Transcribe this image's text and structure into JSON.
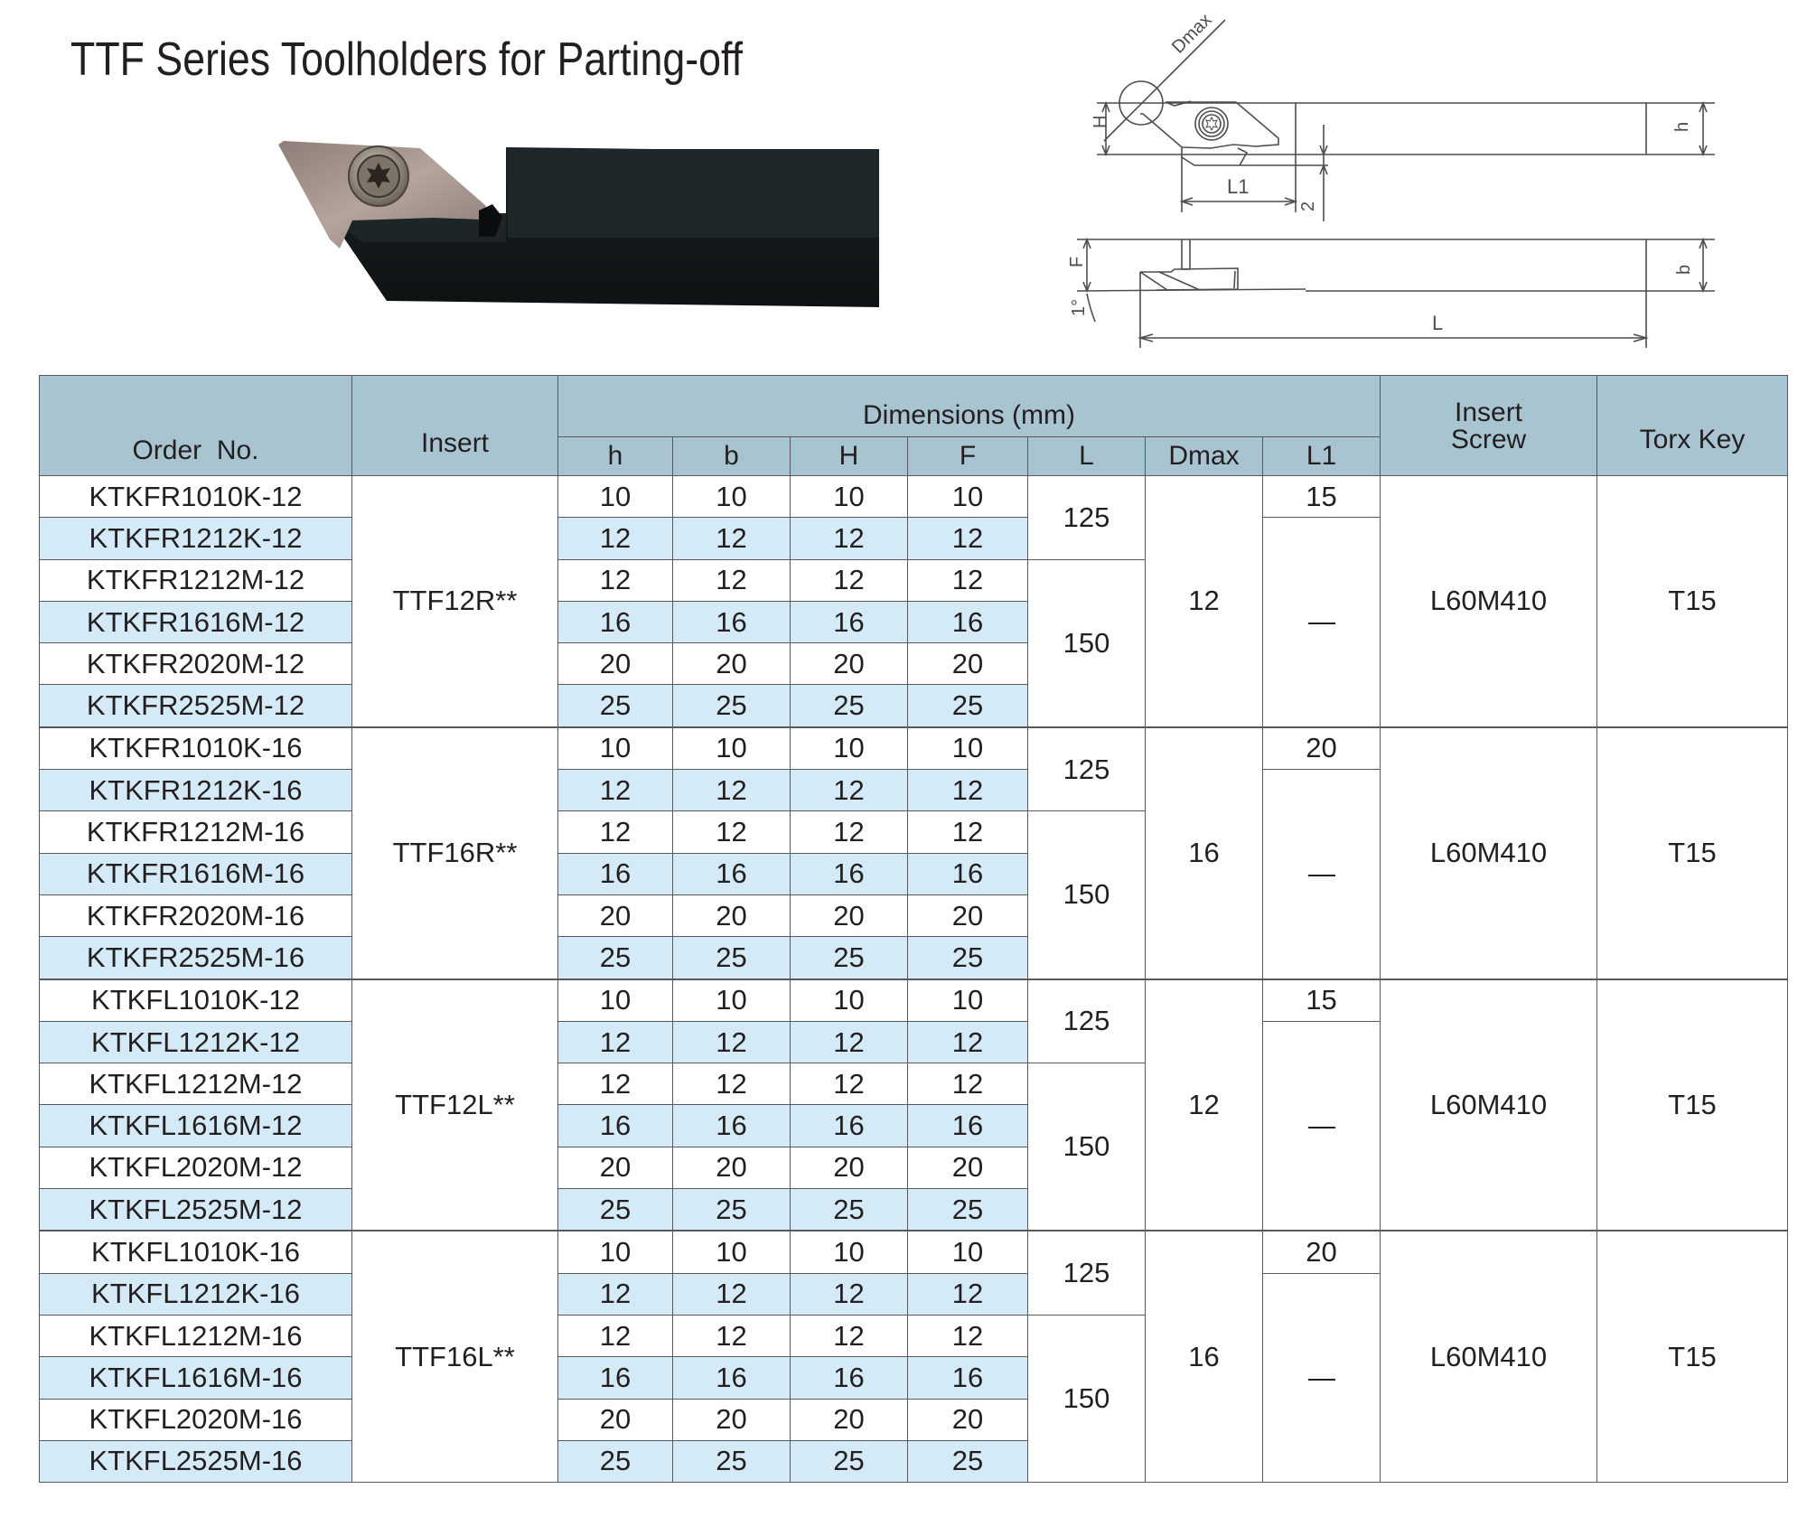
{
  "page": {
    "title": "TTF Series Toolholders for Parting-off"
  },
  "drawing": {
    "labels": {
      "dmax": "Dmax",
      "H": "H",
      "h": "h",
      "L1": "L1",
      "two": "2",
      "F": "F",
      "b": "b",
      "L": "L",
      "angle": "1°"
    }
  },
  "table": {
    "headers": {
      "order_no": "Order  No.",
      "insert": "Insert",
      "dimensions": "Dimensions (mm)",
      "h": "h",
      "b": "b",
      "H": "H",
      "F": "F",
      "L": "L",
      "dmax": "Dmax",
      "L1": "L1",
      "insert_screw_line1": "Insert",
      "insert_screw_line2": "Screw",
      "torx_key": "Torx Key"
    },
    "groups": [
      {
        "insert": "TTF12R**",
        "dmax": "12",
        "insert_screw": "L60M410",
        "torx_key": "T15",
        "L_short": "125",
        "L_long": "150",
        "L1_first": "15",
        "L1_rest": "—",
        "rows": [
          {
            "order_no": "KTKFR1010K-12",
            "h": "10",
            "b": "10",
            "H": "10",
            "F": "10"
          },
          {
            "order_no": "KTKFR1212K-12",
            "h": "12",
            "b": "12",
            "H": "12",
            "F": "12"
          },
          {
            "order_no": "KTKFR1212M-12",
            "h": "12",
            "b": "12",
            "H": "12",
            "F": "12"
          },
          {
            "order_no": "KTKFR1616M-12",
            "h": "16",
            "b": "16",
            "H": "16",
            "F": "16"
          },
          {
            "order_no": "KTKFR2020M-12",
            "h": "20",
            "b": "20",
            "H": "20",
            "F": "20"
          },
          {
            "order_no": "KTKFR2525M-12",
            "h": "25",
            "b": "25",
            "H": "25",
            "F": "25"
          }
        ]
      },
      {
        "insert": "TTF16R**",
        "dmax": "16",
        "insert_screw": "L60M410",
        "torx_key": "T15",
        "L_short": "125",
        "L_long": "150",
        "L1_first": "20",
        "L1_rest": "—",
        "rows": [
          {
            "order_no": "KTKFR1010K-16",
            "h": "10",
            "b": "10",
            "H": "10",
            "F": "10"
          },
          {
            "order_no": "KTKFR1212K-16",
            "h": "12",
            "b": "12",
            "H": "12",
            "F": "12"
          },
          {
            "order_no": "KTKFR1212M-16",
            "h": "12",
            "b": "12",
            "H": "12",
            "F": "12"
          },
          {
            "order_no": "KTKFR1616M-16",
            "h": "16",
            "b": "16",
            "H": "16",
            "F": "16"
          },
          {
            "order_no": "KTKFR2020M-16",
            "h": "20",
            "b": "20",
            "H": "20",
            "F": "20"
          },
          {
            "order_no": "KTKFR2525M-16",
            "h": "25",
            "b": "25",
            "H": "25",
            "F": "25"
          }
        ]
      },
      {
        "insert": "TTF12L**",
        "dmax": "12",
        "insert_screw": "L60M410",
        "torx_key": "T15",
        "L_short": "125",
        "L_long": "150",
        "L1_first": "15",
        "L1_rest": "—",
        "rows": [
          {
            "order_no": "KTKFL1010K-12",
            "h": "10",
            "b": "10",
            "H": "10",
            "F": "10"
          },
          {
            "order_no": "KTKFL1212K-12",
            "h": "12",
            "b": "12",
            "H": "12",
            "F": "12"
          },
          {
            "order_no": "KTKFL1212M-12",
            "h": "12",
            "b": "12",
            "H": "12",
            "F": "12"
          },
          {
            "order_no": "KTKFL1616M-12",
            "h": "16",
            "b": "16",
            "H": "16",
            "F": "16"
          },
          {
            "order_no": "KTKFL2020M-12",
            "h": "20",
            "b": "20",
            "H": "20",
            "F": "20"
          },
          {
            "order_no": "KTKFL2525M-12",
            "h": "25",
            "b": "25",
            "H": "25",
            "F": "25"
          }
        ]
      },
      {
        "insert": "TTF16L**",
        "dmax": "16",
        "insert_screw": "L60M410",
        "torx_key": "T15",
        "L_short": "125",
        "L_long": "150",
        "L1_first": "20",
        "L1_rest": "—",
        "rows": [
          {
            "order_no": "KTKFL1010K-16",
            "h": "10",
            "b": "10",
            "H": "10",
            "F": "10"
          },
          {
            "order_no": "KTKFL1212K-16",
            "h": "12",
            "b": "12",
            "H": "12",
            "F": "12"
          },
          {
            "order_no": "KTKFL1212M-16",
            "h": "12",
            "b": "12",
            "H": "12",
            "F": "12"
          },
          {
            "order_no": "KTKFL1616M-16",
            "h": "16",
            "b": "16",
            "H": "16",
            "F": "16"
          },
          {
            "order_no": "KTKFL2020M-16",
            "h": "20",
            "b": "20",
            "H": "20",
            "F": "20"
          },
          {
            "order_no": "KTKFL2525M-16",
            "h": "25",
            "b": "25",
            "H": "25",
            "F": "25"
          }
        ]
      }
    ]
  },
  "colors": {
    "header_bg": "#a9c4d1",
    "alt_row_bg": "#d4ebf7",
    "border": "#58595b",
    "text": "#231f20",
    "tool_body": "#15191a",
    "insert_metal": "#a89890"
  }
}
